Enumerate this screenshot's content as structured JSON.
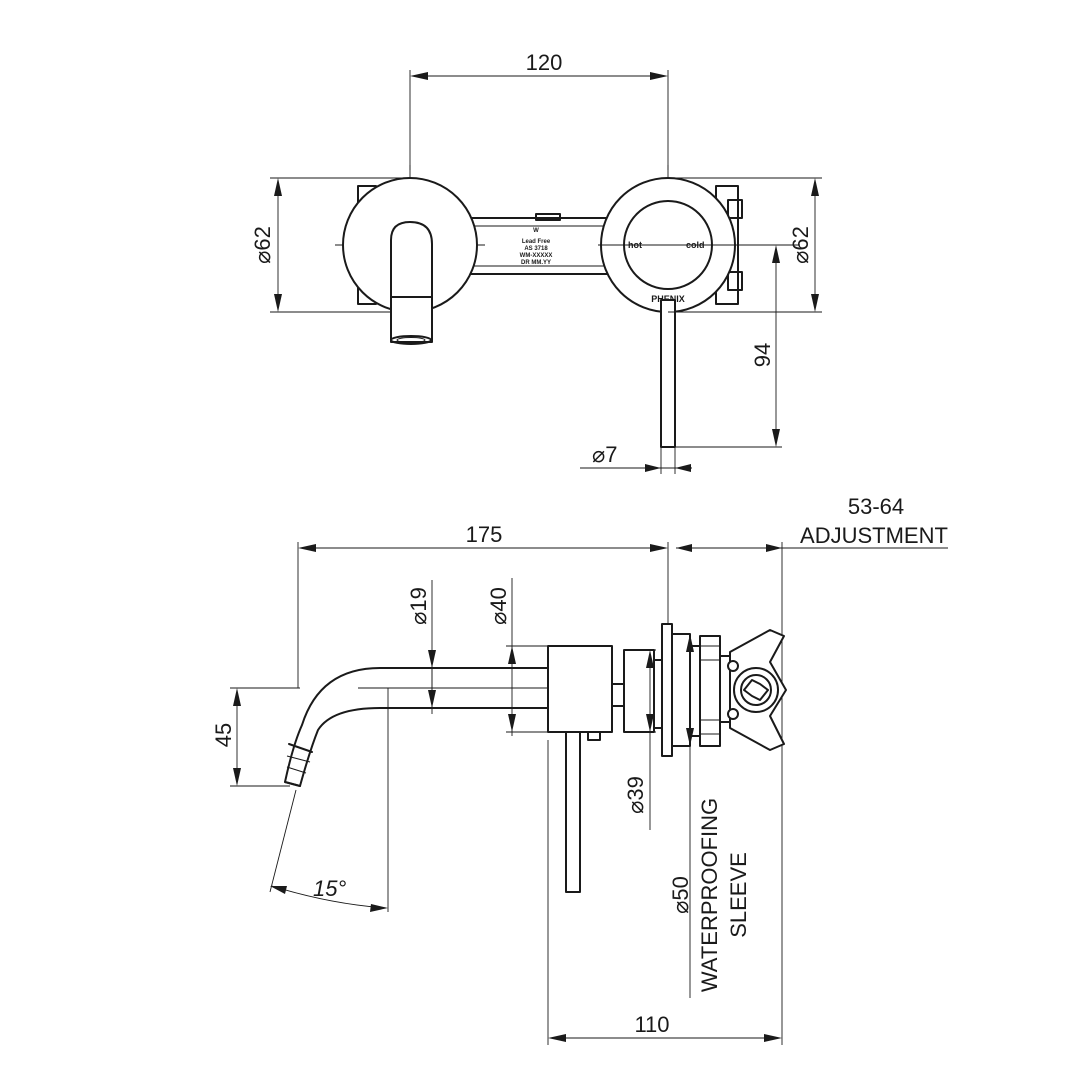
{
  "front_view": {
    "dim_width": "120",
    "dim_plate_left": "62",
    "dim_plate_right": "62",
    "dim_lever_length": "94",
    "dim_lever_diameter": "7",
    "plate_hot_label": "hot",
    "plate_cold_label": "cold",
    "brand_label": "PHENIX",
    "watermark_text": [
      "Lead Free",
      "AS 3718",
      "WM-XXXXX",
      "DR MM.YY"
    ]
  },
  "side_view": {
    "dim_adjustment_value": "53-64",
    "dim_adjustment_label": "ADJUSTMENT",
    "dim_total_length": "175",
    "dim_spout_diameter": "19",
    "dim_body_diameter": "40",
    "dim_spout_drop": "45",
    "dim_angle": "15°",
    "dim_flange_diameter": "39",
    "dim_sleeve_diameter": "50",
    "sleeve_label_line1": "WATERPROOFING",
    "sleeve_label_line2": "SLEEVE",
    "dim_wall_depth": "110"
  }
}
